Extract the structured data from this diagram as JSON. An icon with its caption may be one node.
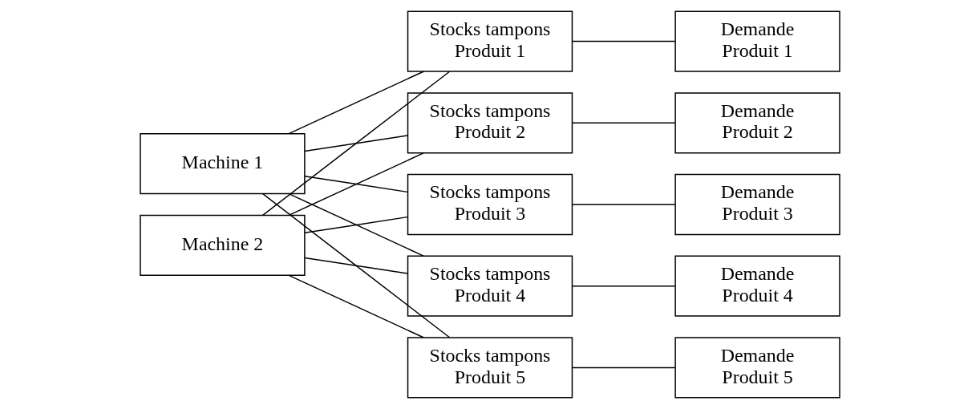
{
  "diagram": {
    "nodes": [
      {
        "text": [
          "Machine 1"
        ]
      },
      {
        "text": [
          "Machine 2"
        ]
      },
      {
        "text": [
          "Stocks tampons Produit 1"
        ]
      },
      {
        "text": [
          "Stocks tampons Produit 2"
        ]
      },
      {
        "text": [
          "Stocks tampons Produit 3"
        ]
      },
      {
        "text": [
          "Stocks tampons Produit 4"
        ]
      },
      {
        "text": [
          "Stocks tampons Produit 5"
        ]
      },
      {
        "text": [
          "Demande Produit 1"
        ]
      },
      {
        "text": [
          "Demande Produit 2"
        ]
      },
      {
        "text": [
          "Demande Produit 3"
        ]
      },
      {
        "text": [
          "Demande Produit 4"
        ]
      },
      {
        "text": [
          "Demande Produit 5"
        ]
      }
    ],
    "edges": [
      {
        "from": 0,
        "to": 2,
        "arrow": "none"
      },
      {
        "from": 0,
        "to": 3,
        "arrow": "none"
      },
      {
        "from": 0,
        "to": 4,
        "arrow": "none"
      },
      {
        "from": 0,
        "to": 5,
        "arrow": "none"
      },
      {
        "from": 0,
        "to": 6,
        "arrow": "none"
      },
      {
        "from": 1,
        "to": 2,
        "arrow": "none"
      },
      {
        "from": 1,
        "to": 3,
        "arrow": "none"
      },
      {
        "from": 1,
        "to": 4,
        "arrow": "none"
      },
      {
        "from": 1,
        "to": 5,
        "arrow": "none"
      },
      {
        "from": 1,
        "to": 6,
        "arrow": "none"
      },
      {
        "from": 2,
        "to": 7,
        "arrow": "none"
      },
      {
        "from": 3,
        "to": 8,
        "arrow": "none"
      },
      {
        "from": 4,
        "to": 9,
        "arrow": "none"
      },
      {
        "from": 5,
        "to": 10,
        "arrow": "none"
      },
      {
        "from": 6,
        "to": 11,
        "arrow": "none"
      }
    ]
  }
}
